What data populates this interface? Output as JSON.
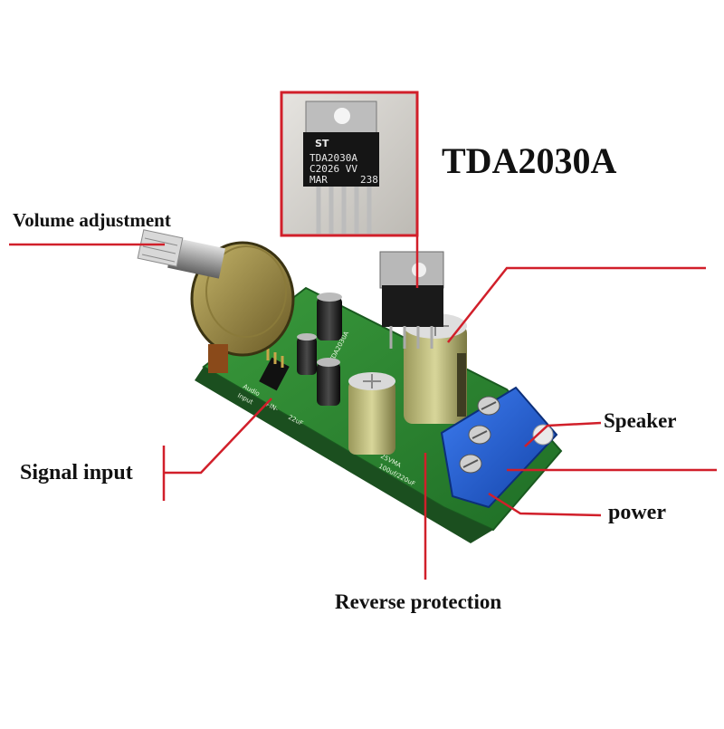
{
  "title": "TDA2030A",
  "chip_marking": {
    "logo": "ST",
    "line1": "TDA2030A",
    "line2": "C2026 VV",
    "line3": "MAR",
    "line4": "238"
  },
  "labels": {
    "volume": "Volume adjustment",
    "signal": "Signal input",
    "speaker": "Speaker",
    "power": "power",
    "reverse": "Reverse protection"
  },
  "pcb_silkscreen": {
    "audio": "Audio",
    "input": "Input",
    "in_marks": "+IN-",
    "cap1": "22uF",
    "cap2": "100uf/220uF",
    "voltage": "25VMA",
    "model": "TDA2030A"
  },
  "colors": {
    "callout_line": "#d11f2a",
    "pcb_green": "#2f8a33",
    "terminal_blue": "#1f5fd6",
    "capacitor_green": "#c8c68a",
    "heatsink_metal": "#9a9a9a"
  }
}
